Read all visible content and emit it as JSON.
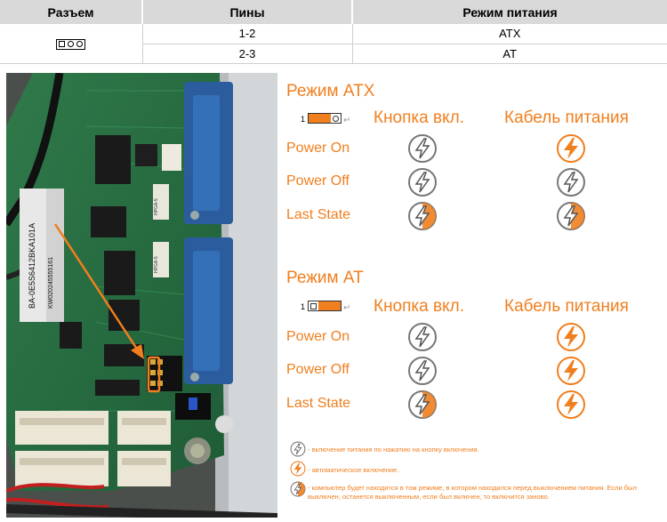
{
  "table": {
    "headers": [
      "Разъем",
      "Пины",
      "Режим питания"
    ],
    "rows": [
      {
        "pins": "1-2",
        "mode": "ATX"
      },
      {
        "pins": "2-3",
        "mode": "AT"
      }
    ]
  },
  "photo": {
    "board_label_1": "BA-0E5S6412BKA101A",
    "board_label_2": "KW020245555161",
    "chip_label_1": "HPGA-5",
    "chip_label_2": "HPGA-5"
  },
  "atx": {
    "title": "Режим ATX",
    "pin_number": "1",
    "col_button": "Кнопка вкл.",
    "col_cable": "Кабель питания",
    "rows": [
      {
        "label": "Power On"
      },
      {
        "label": "Power Off"
      },
      {
        "label": "Last State"
      }
    ]
  },
  "at": {
    "title": "Режим AT",
    "pin_number": "1",
    "col_button": "Кнопка вкл.",
    "col_cable": "Кабель питания",
    "rows": [
      {
        "label": "Power On"
      },
      {
        "label": "Power Off"
      },
      {
        "label": "Last State"
      }
    ]
  },
  "legend": {
    "item1": "- включение питания по нажатию на кнопку включения.",
    "item2": "- автоматическое включение.",
    "item3": "- компьютер будет находится в том режиме, в котором находился перед выключением питания. Если был выключен, останется выключенным, если был включен, то включится заново."
  },
  "colors": {
    "accent": "#f07f1f",
    "header_bg": "#d9d9d9",
    "outline_icon": "#777777"
  },
  "icons": {
    "outline": "power-outline-icon",
    "filled": "power-filled-icon",
    "half": "power-half-icon"
  }
}
